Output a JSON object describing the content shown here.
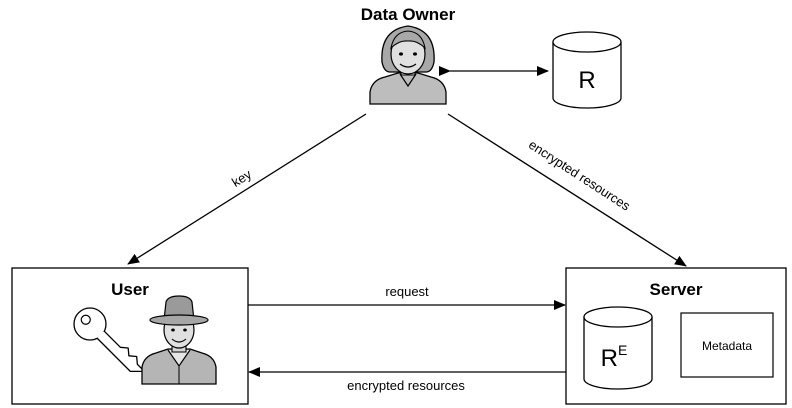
{
  "data_owner": {
    "title": "Data Owner"
  },
  "resource_store": {
    "label": "R"
  },
  "user": {
    "title": "User"
  },
  "server": {
    "title": "Server",
    "encrypted_store": {
      "label": "R",
      "superscript": "E"
    },
    "metadata_label": "Metadata"
  },
  "edges": {
    "owner_to_user": "key",
    "owner_to_server": "encrypted resources",
    "user_to_server": "request",
    "server_to_user": "encrypted resources"
  },
  "icons": [
    "person-female-icon",
    "database-icon",
    "key-icon",
    "person-hat-icon"
  ]
}
